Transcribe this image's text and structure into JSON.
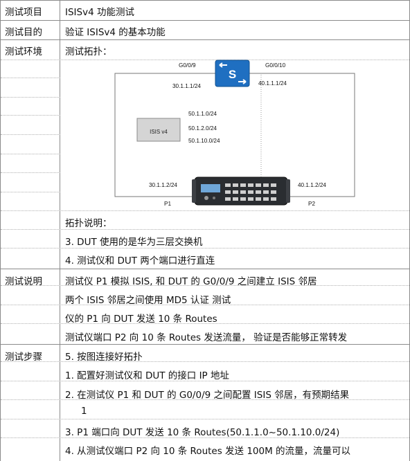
{
  "rows": {
    "item": {
      "label": "测试项目",
      "value": "ISISv4 功能测试"
    },
    "purpose": {
      "label": "测试目的",
      "value": "验证 ISISv4 的基本功能"
    },
    "env": {
      "label": "测试环境",
      "topo_title": "测试拓扑：",
      "topology": {
        "switch_port_left": "G0/0/9",
        "switch_port_right": "G0/0/10",
        "switch_ip_left": "30.1.1.1/24",
        "switch_ip_right": "40.1.1.1/24",
        "routes": [
          "50.1.1.0/24",
          "50.1.2.0/24",
          "50.1.10.0/24"
        ],
        "isis_box": "ISIS v4",
        "tester_ip_left": "30.1.1.2/24",
        "tester_ip_right": "40.1.1.2/24",
        "port_p1": "P1",
        "port_p2": "P2",
        "switch_icon_letter": "S"
      },
      "desc_title": "拓扑说明：",
      "desc_items": [
        "3.  DUT 使用的是华为三层交换机",
        "4.  测试仪和 DUT 两个端口进行直连"
      ]
    },
    "explain": {
      "label": "测试说明",
      "lines": [
        "测试仪 P1 模拟 ISIS, 和 DUT 的 G0/0/9 之间建立 ISIS 邻居",
        "两个 ISIS 邻居之间使用 MD5 认证 测试",
        "仪的 P1 向 DUT 发送 10 条 Routes",
        "测试仪端口 P2 向 10 条 Routes 发送流量，  验证是否能够正常转发"
      ]
    },
    "steps": {
      "label": "测试步骤",
      "lines": [
        "5.  按图连接好拓扑",
        "1.  配置好测试仪和 DUT 的接口 IP 地址",
        "2. 在测试仪 P1 和 DUT 的 G0/0/9 之间配置 ISIS 邻居，有预期结果",
        "1",
        "3. P1 端口向 DUT 发送 10 条 Routes(50.1.1.0~50.1.10.0/24)",
        "4. 从测试仪端口 P2 向 10 条 Routes 发送 100M 的流量，流量可以"
      ]
    }
  }
}
